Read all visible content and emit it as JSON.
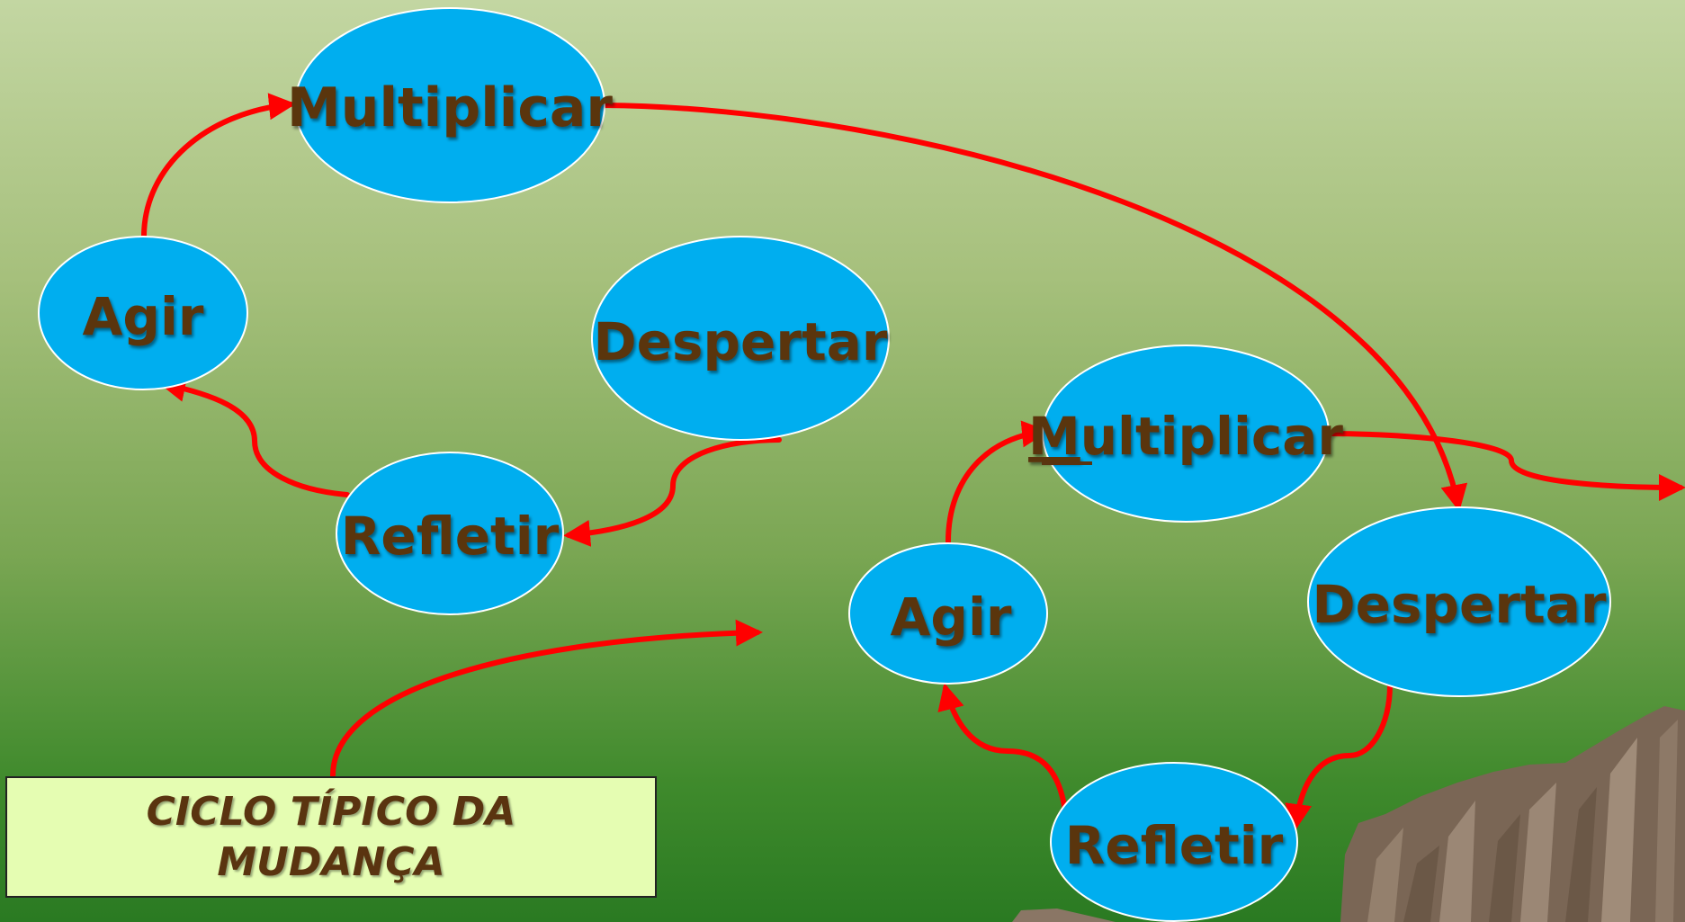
{
  "nodes": {
    "multiplicar_1": "Multiplicar",
    "agir_1": "Agir",
    "despertar_1": "Despertar",
    "refletir_1": "Refletir",
    "multiplicar_2_first": "M",
    "multiplicar_2_rest": "ultiplicar",
    "agir_2": "Agir",
    "despertar_2": "Despertar",
    "refletir_2": "Refletir"
  },
  "caption": {
    "line1": "CICLO TÍPICO DA",
    "line2": "MUDANÇA"
  },
  "colors": {
    "node_fill": "#00aeef",
    "node_text": "#5a3410",
    "arrow": "#ff0000",
    "caption_bg": "#e5fdb2"
  }
}
